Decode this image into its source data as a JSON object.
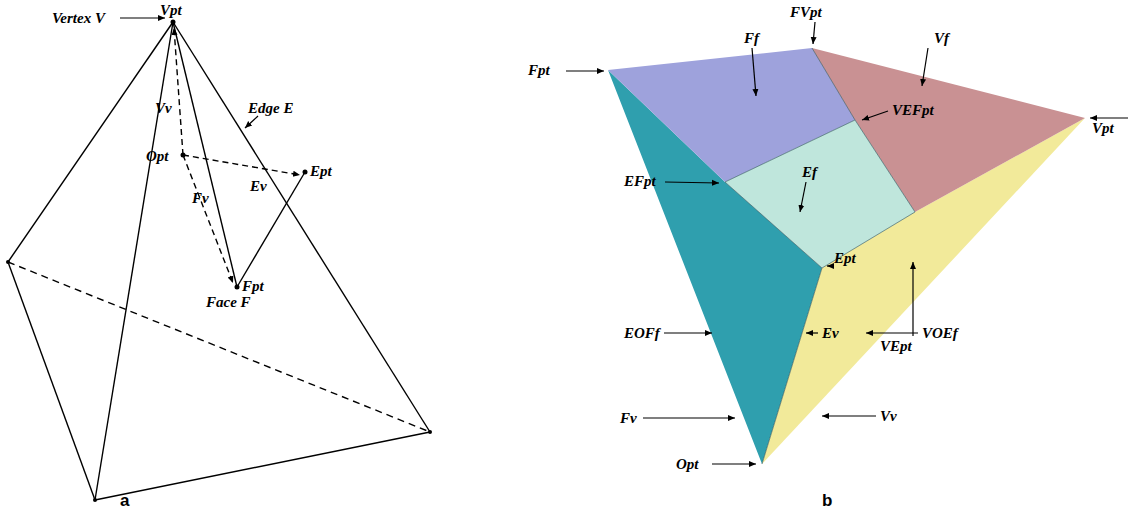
{
  "diagram": {
    "labels": [
      "Vertex V",
      "Vpt",
      "Edge E",
      "Ept",
      "Vv",
      "Ev",
      "Opt",
      "Fv",
      "Fpt",
      "Face F",
      "a",
      "Fpt",
      "FVpt",
      "Ff",
      "Vf",
      "VEFpt",
      "EFpt",
      "Ef",
      "Vpt",
      "Ept",
      "VEpt",
      "EOFf",
      "Ev",
      "VOEf",
      "Fv",
      "Vv",
      "Opt",
      "b"
    ]
  }
}
